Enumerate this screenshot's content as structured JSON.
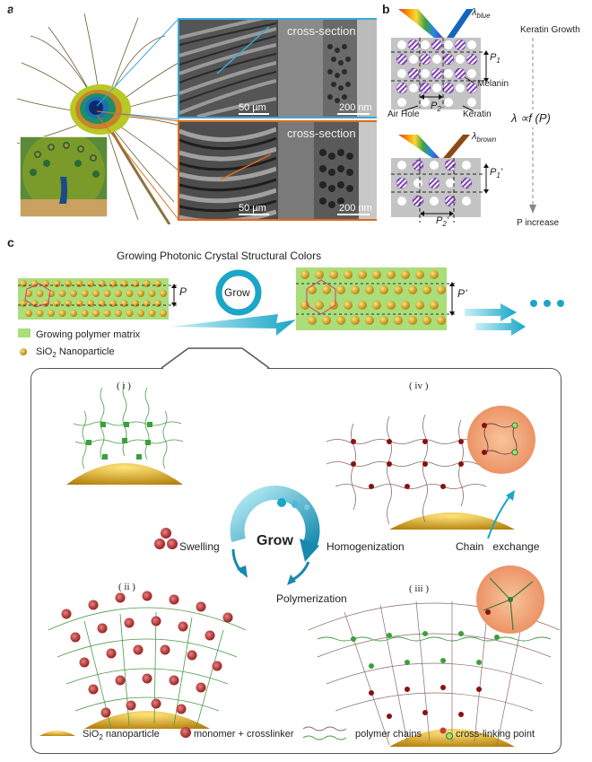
{
  "panel_a": {
    "label": "a",
    "micro_tl": {
      "text": "",
      "scale": "50 µm"
    },
    "micro_tr": {
      "text": "cross-section",
      "scale": "200 nm"
    },
    "micro_bl": {
      "text": "",
      "scale": "50 µm"
    },
    "micro_br": {
      "text": "cross-section",
      "scale": "200 nm"
    },
    "colors": {
      "blue": "#3aa9d8",
      "orange": "#e06a1a"
    }
  },
  "panel_b": {
    "label": "b",
    "lambda_blue": "λ",
    "lambda_blue_sub": "blue",
    "lambda_brown": "λ",
    "lambda_brown_sub": "brown",
    "p1": "P",
    "p1_sub": "1",
    "p2": "P",
    "p2_sub": "2",
    "p1b": "P",
    "p1b_sub": "1",
    "p1b_prime": "’",
    "p2b": "P",
    "p2b_sub": "2",
    "p2b_prime": "’",
    "melanin": "Melanin",
    "air_hole": "Air Hole",
    "keratin": "Keratin",
    "keratin_growth": "Keratin Growth",
    "formula": "λ ∝f (P)",
    "p_increase": "P increase"
  },
  "panel_c": {
    "label": "c",
    "title": "Growing Photonic Crystal Structural Colors",
    "p": "P",
    "p_prime": "P’",
    "grow_ring": "Grow",
    "legend_matrix": "Growing polymer matrix",
    "legend_np": "SiO",
    "legend_np_sub": "2",
    "legend_np_rest": " Nanoparticle",
    "stage_i": "( i )",
    "stage_ii": "( ii )",
    "stage_iii": "( iii )",
    "stage_iv": "( iv )",
    "swelling": "Swelling",
    "grow_center": "Grow",
    "homogenization": "Homogenization",
    "polymerization": "Polymerization",
    "chain_exchange": "Chain   exchange",
    "bottom_legend": {
      "nano": "SiO",
      "nano_sub": "2",
      "nano_rest": " nanoparticle",
      "monomer": "monomer + crosslinker",
      "chains": "polymer chains",
      "crosslink": "cross-linking point"
    }
  }
}
